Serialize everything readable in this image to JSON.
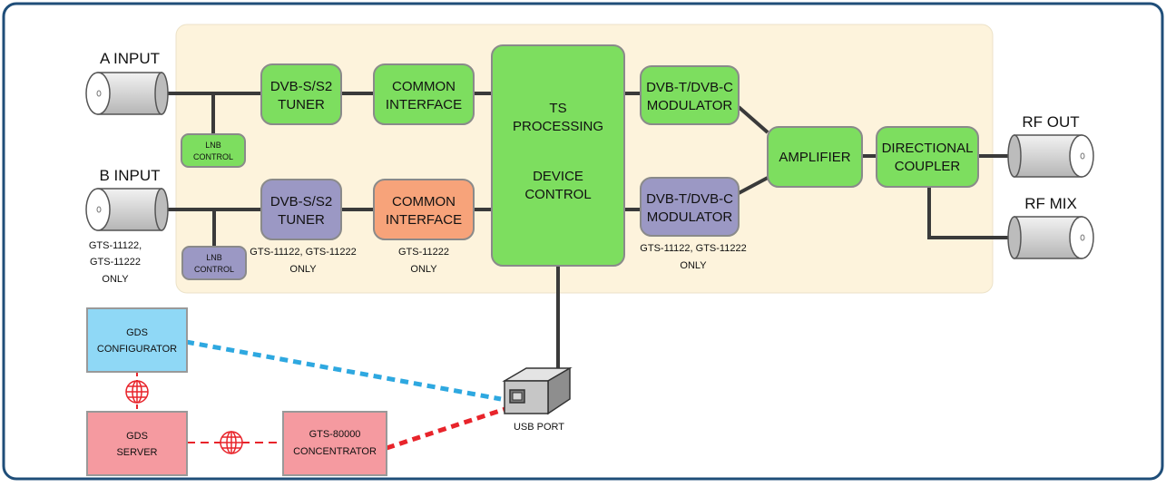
{
  "inputs": {
    "a_label": "A INPUT",
    "b_label": "B INPUT",
    "b_note_1": "GTS-11122,",
    "b_note_2": "GTS-11222",
    "b_note_3": "ONLY"
  },
  "outputs": {
    "rf_out": "RF OUT",
    "rf_mix": "RF MIX"
  },
  "blocks": {
    "tuner_a": [
      "DVB-S/S2",
      "TUNER"
    ],
    "ci_a": [
      "COMMON",
      "INTERFACE"
    ],
    "lnb_a": [
      "LNB",
      "CONTROL"
    ],
    "tuner_b": [
      "DVB-S/S2",
      "TUNER"
    ],
    "ci_b": [
      "COMMON",
      "INTERFACE"
    ],
    "lnb_b": [
      "LNB",
      "CONTROL"
    ],
    "ts": [
      "TS",
      "PROCESSING",
      "DEVICE",
      "CONTROL"
    ],
    "mod_a": [
      "DVB-T/DVB-C",
      "MODULATOR"
    ],
    "mod_b": [
      "DVB-T/DVB-C",
      "MODULATOR"
    ],
    "amplifier": "AMPLIFIER",
    "coupler": [
      "DIRECTIONAL",
      "COUPLER"
    ]
  },
  "notes": {
    "tuner_b": [
      "GTS-11122, GTS-11222",
      "ONLY"
    ],
    "ci_b": [
      "GTS-11222",
      "ONLY"
    ],
    "mod_b": [
      "GTS-11122, GTS-11222",
      "ONLY"
    ]
  },
  "management": {
    "configurator": [
      "GDS",
      "CONFIGURATOR"
    ],
    "server": [
      "GDS",
      "SERVER"
    ],
    "concentrator": [
      "GTS-80000",
      "CONCENTRATOR"
    ],
    "usb_port": "USB PORT"
  },
  "colors": {
    "frame_border": "#1f4e79",
    "panel_bg": "#fdf3dc",
    "green_block": "#7dde5f",
    "purple_block": "#9b98c4",
    "orange_block": "#f7a37a",
    "blue_block": "#8fd8f6",
    "red_block": "#f59aa0",
    "link_blue": "#2ea8e0",
    "link_red": "#e8242b",
    "signal_line": "#3a3a3a"
  }
}
